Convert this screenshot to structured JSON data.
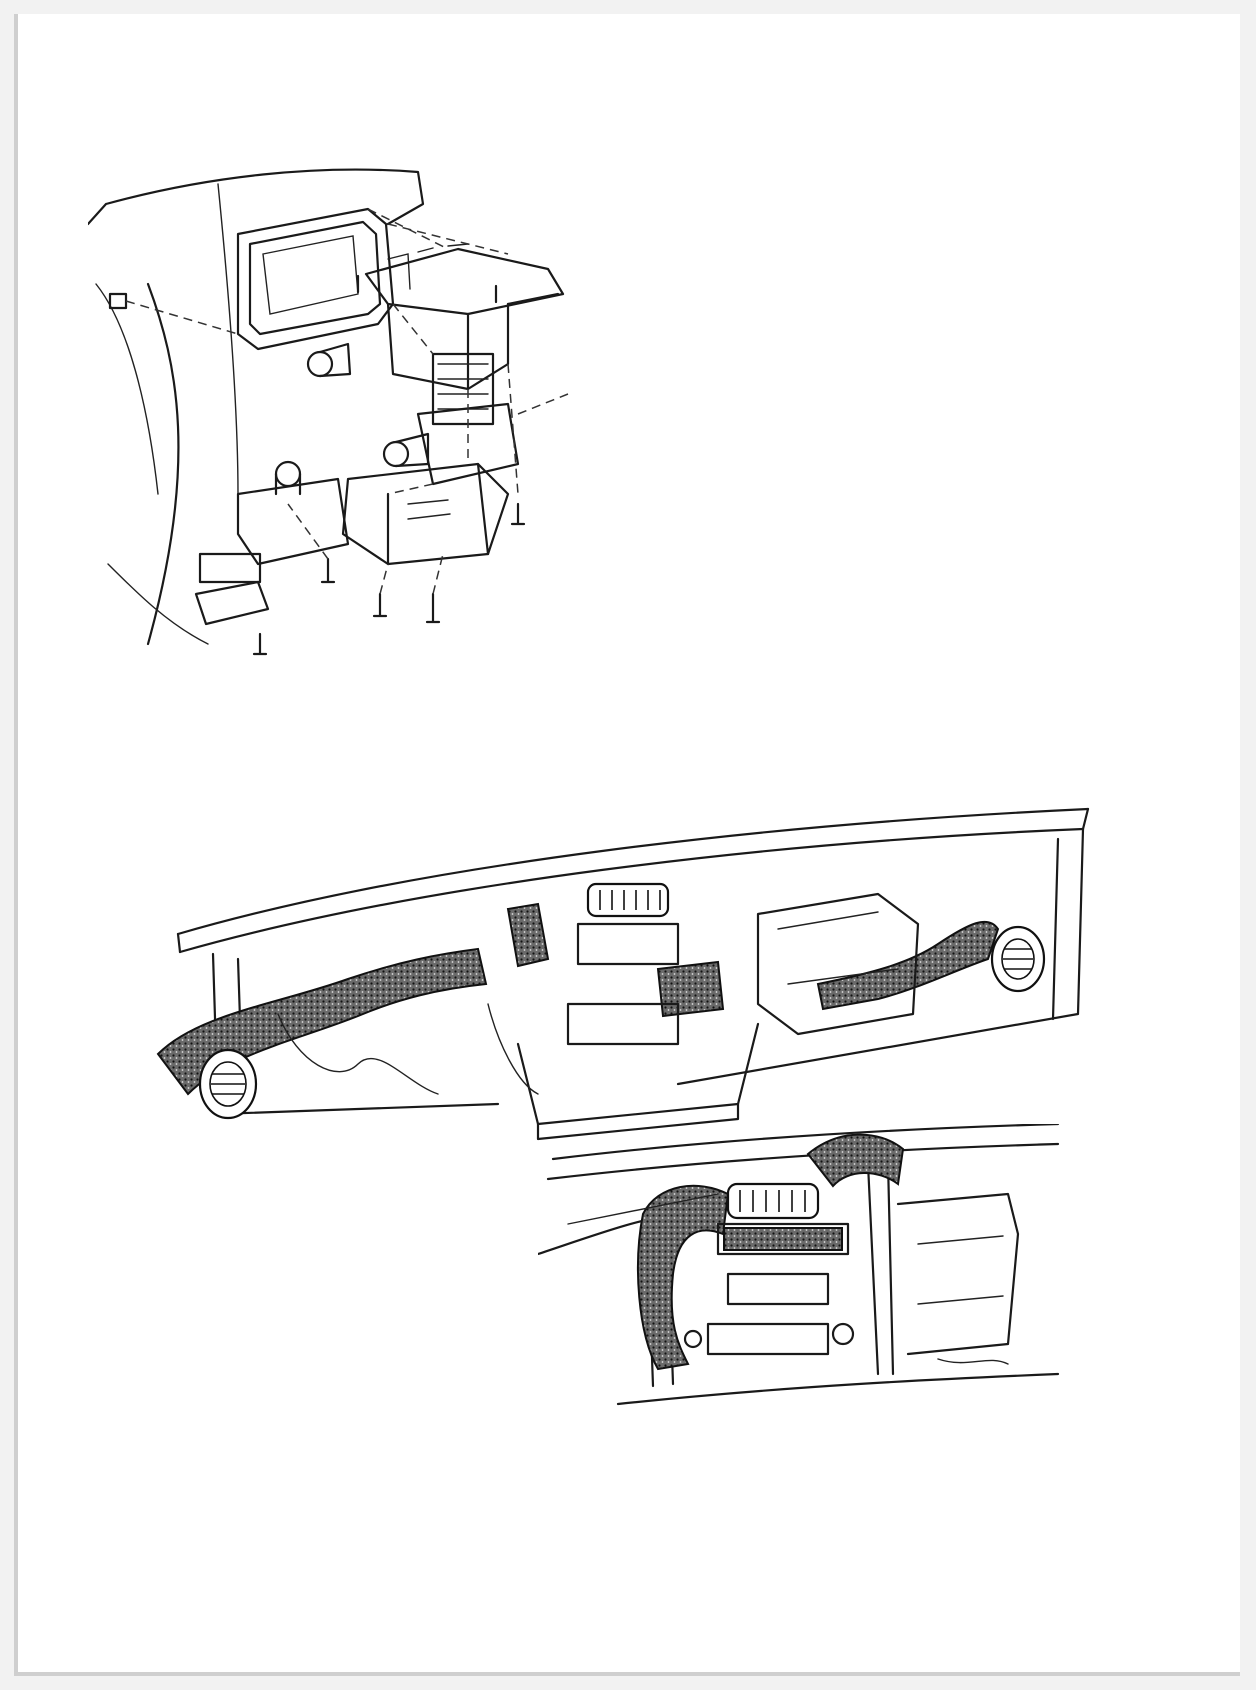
{
  "figures": [
    {
      "id": "fig-heater-case-exploded",
      "kind": "exploded-view"
    },
    {
      "id": "fig-dash-duct-assembly",
      "kind": "assembly-view"
    },
    {
      "id": "fig-center-duct-detail",
      "kind": "detail-view"
    }
  ],
  "colors": {
    "ink": "#1a1a1a",
    "paper": "#ffffff",
    "foam": "#3a3a3a"
  }
}
